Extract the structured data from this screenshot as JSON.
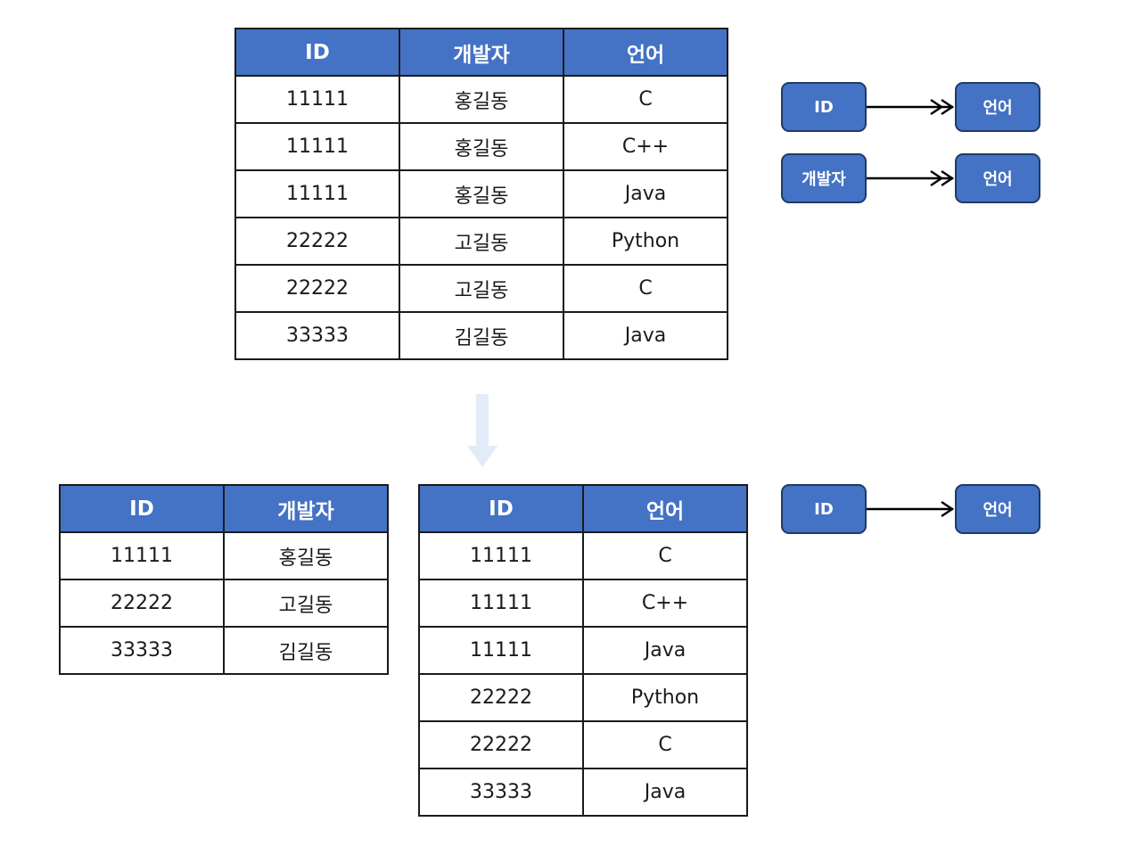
{
  "original_table": {
    "headers": [
      "ID",
      "개발자",
      "언어"
    ],
    "rows": [
      [
        "11111",
        "홍길동",
        "C"
      ],
      [
        "11111",
        "홍길동",
        "C++"
      ],
      [
        "11111",
        "홍길동",
        "Java"
      ],
      [
        "22222",
        "고길동",
        "Python"
      ],
      [
        "22222",
        "고길동",
        "C"
      ],
      [
        "33333",
        "김길동",
        "Java"
      ]
    ]
  },
  "developer_table": {
    "headers": [
      "ID",
      "개발자"
    ],
    "rows": [
      [
        "11111",
        "홍길동"
      ],
      [
        "22222",
        "고길동"
      ],
      [
        "33333",
        "김길동"
      ]
    ]
  },
  "language_table": {
    "headers": [
      "ID",
      "언어"
    ],
    "rows": [
      [
        "11111",
        "C"
      ],
      [
        "11111",
        "C++"
      ],
      [
        "11111",
        "Java"
      ],
      [
        "22222",
        "Python"
      ],
      [
        "22222",
        "C"
      ],
      [
        "33333",
        "Java"
      ]
    ]
  },
  "dependencies_before": [
    {
      "from": "ID",
      "to": "언어",
      "kind": "multivalued"
    },
    {
      "from": "개발자",
      "to": "언어",
      "kind": "multivalued"
    }
  ],
  "dependencies_after": [
    {
      "from": "ID",
      "to": "언어",
      "kind": "functional"
    }
  ],
  "colors": {
    "header_fill": "#4472c4",
    "node_border": "#1f3a66",
    "grid_line": "#1a1a1a",
    "decompose_arrow": "#e3ebf8"
  }
}
